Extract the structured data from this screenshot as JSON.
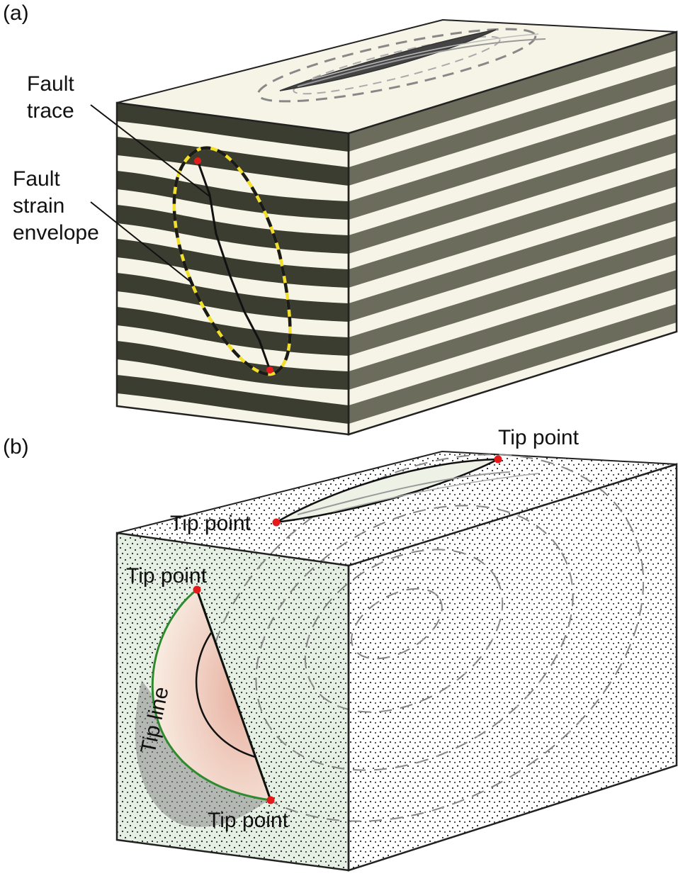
{
  "panel_a": {
    "label": "(a)",
    "fault_trace_label": [
      "Fault",
      "trace"
    ],
    "strain_envelope_label": [
      "Fault",
      "strain",
      "envelope"
    ]
  },
  "panel_b": {
    "label": "(b)",
    "tip_point_label": "Tip point",
    "tip_line_label": "Tip line"
  },
  "colors": {
    "dark_band": "#3c3d31",
    "side_dark_band": "#6c6c5c",
    "light_band": "#f6f4e6",
    "front_face_b": "#e6efe4",
    "tip_point": "#e51b1b",
    "envelope_yellow": "#f2df2a",
    "tip_line": "#2f8a2f"
  }
}
